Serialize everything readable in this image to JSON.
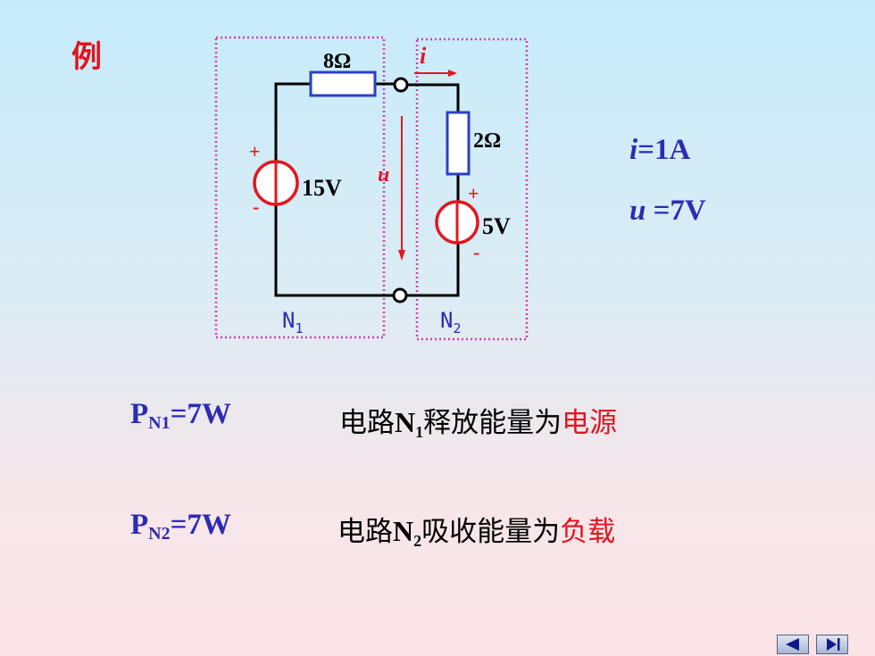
{
  "example_label": "例",
  "circuit": {
    "resistor_top": "8Ω",
    "resistor_right": "2Ω",
    "source_left": "15V",
    "source_right": "5V",
    "current_label": "i",
    "voltage_label": "u",
    "network1": {
      "letter": "N",
      "sub": "1"
    },
    "network2": {
      "letter": "N",
      "sub": "2"
    },
    "plus": "+",
    "minus": "-"
  },
  "results": {
    "current": {
      "var": "i",
      "value": "=1A"
    },
    "voltage": {
      "var": "u",
      "value": " =7V"
    }
  },
  "power": [
    {
      "p": "P",
      "sub": "N1",
      "value": "=7W",
      "desc_prefix": "电路",
      "desc_n": "N",
      "desc_sub": "1",
      "desc_middle": "释放能量为",
      "desc_highlight": "电源"
    },
    {
      "p": "P",
      "sub": "N2",
      "value": "=7W",
      "desc_prefix": "电路",
      "desc_n": "N",
      "desc_sub": "2",
      "desc_middle": "吸收能量为",
      "desc_highlight": "负载"
    }
  ],
  "colors": {
    "wire": "#000000",
    "resistor": "#2b3fc8",
    "source": "#e01820",
    "box": "#d63cb0",
    "label_blue": "#2b2bb5",
    "red": "#e0141e"
  },
  "nav": {
    "prev_icon": "triangle-left-icon",
    "next_icon": "skip-next-icon"
  }
}
